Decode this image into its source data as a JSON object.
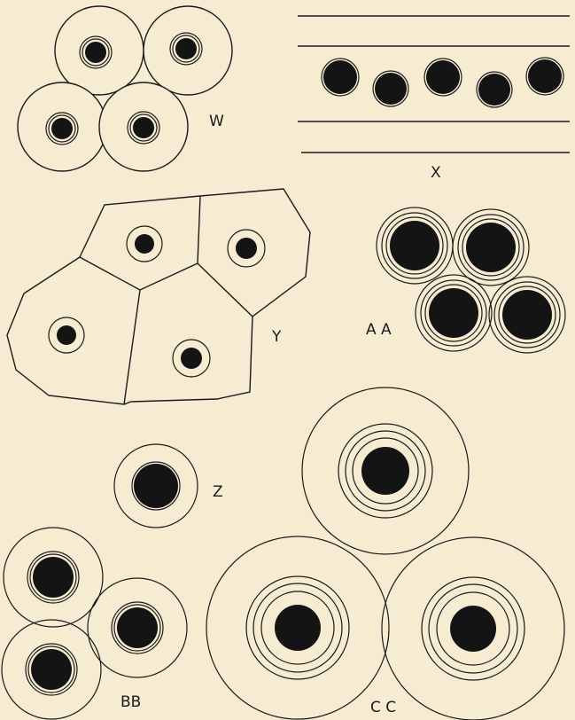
{
  "labels": {
    "w": "W",
    "x": "X",
    "y": "Y",
    "z": "Z",
    "aa": "A A",
    "bb": "BB",
    "cc": "C C"
  },
  "colors": {
    "background": "#f5ecd2",
    "ink": "#1a1a1a",
    "nucleus": "#141414"
  }
}
